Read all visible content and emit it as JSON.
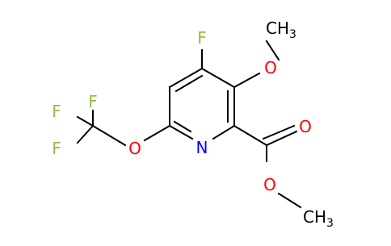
{
  "molecule": {
    "atom_labels": {
      "fluoro_ring": "F",
      "methoxy_o": "O",
      "methoxy_ch3": "CH",
      "methoxy_ch3_sub": "3",
      "ring_n": "N",
      "cf3_f_top": "F",
      "cf3_f_left": "F",
      "cf3_f_bottom": "F",
      "ether_o": "O",
      "carbonyl_o": "O",
      "ester_o": "O",
      "ester_ch3": "CH",
      "ester_ch3_sub": "3"
    },
    "colors": {
      "bond": "#000000",
      "carbon_hydrogen": "#000000",
      "fluorine": "#90c040",
      "oxygen": "#ff0000",
      "nitrogen": "#0000ff"
    }
  }
}
